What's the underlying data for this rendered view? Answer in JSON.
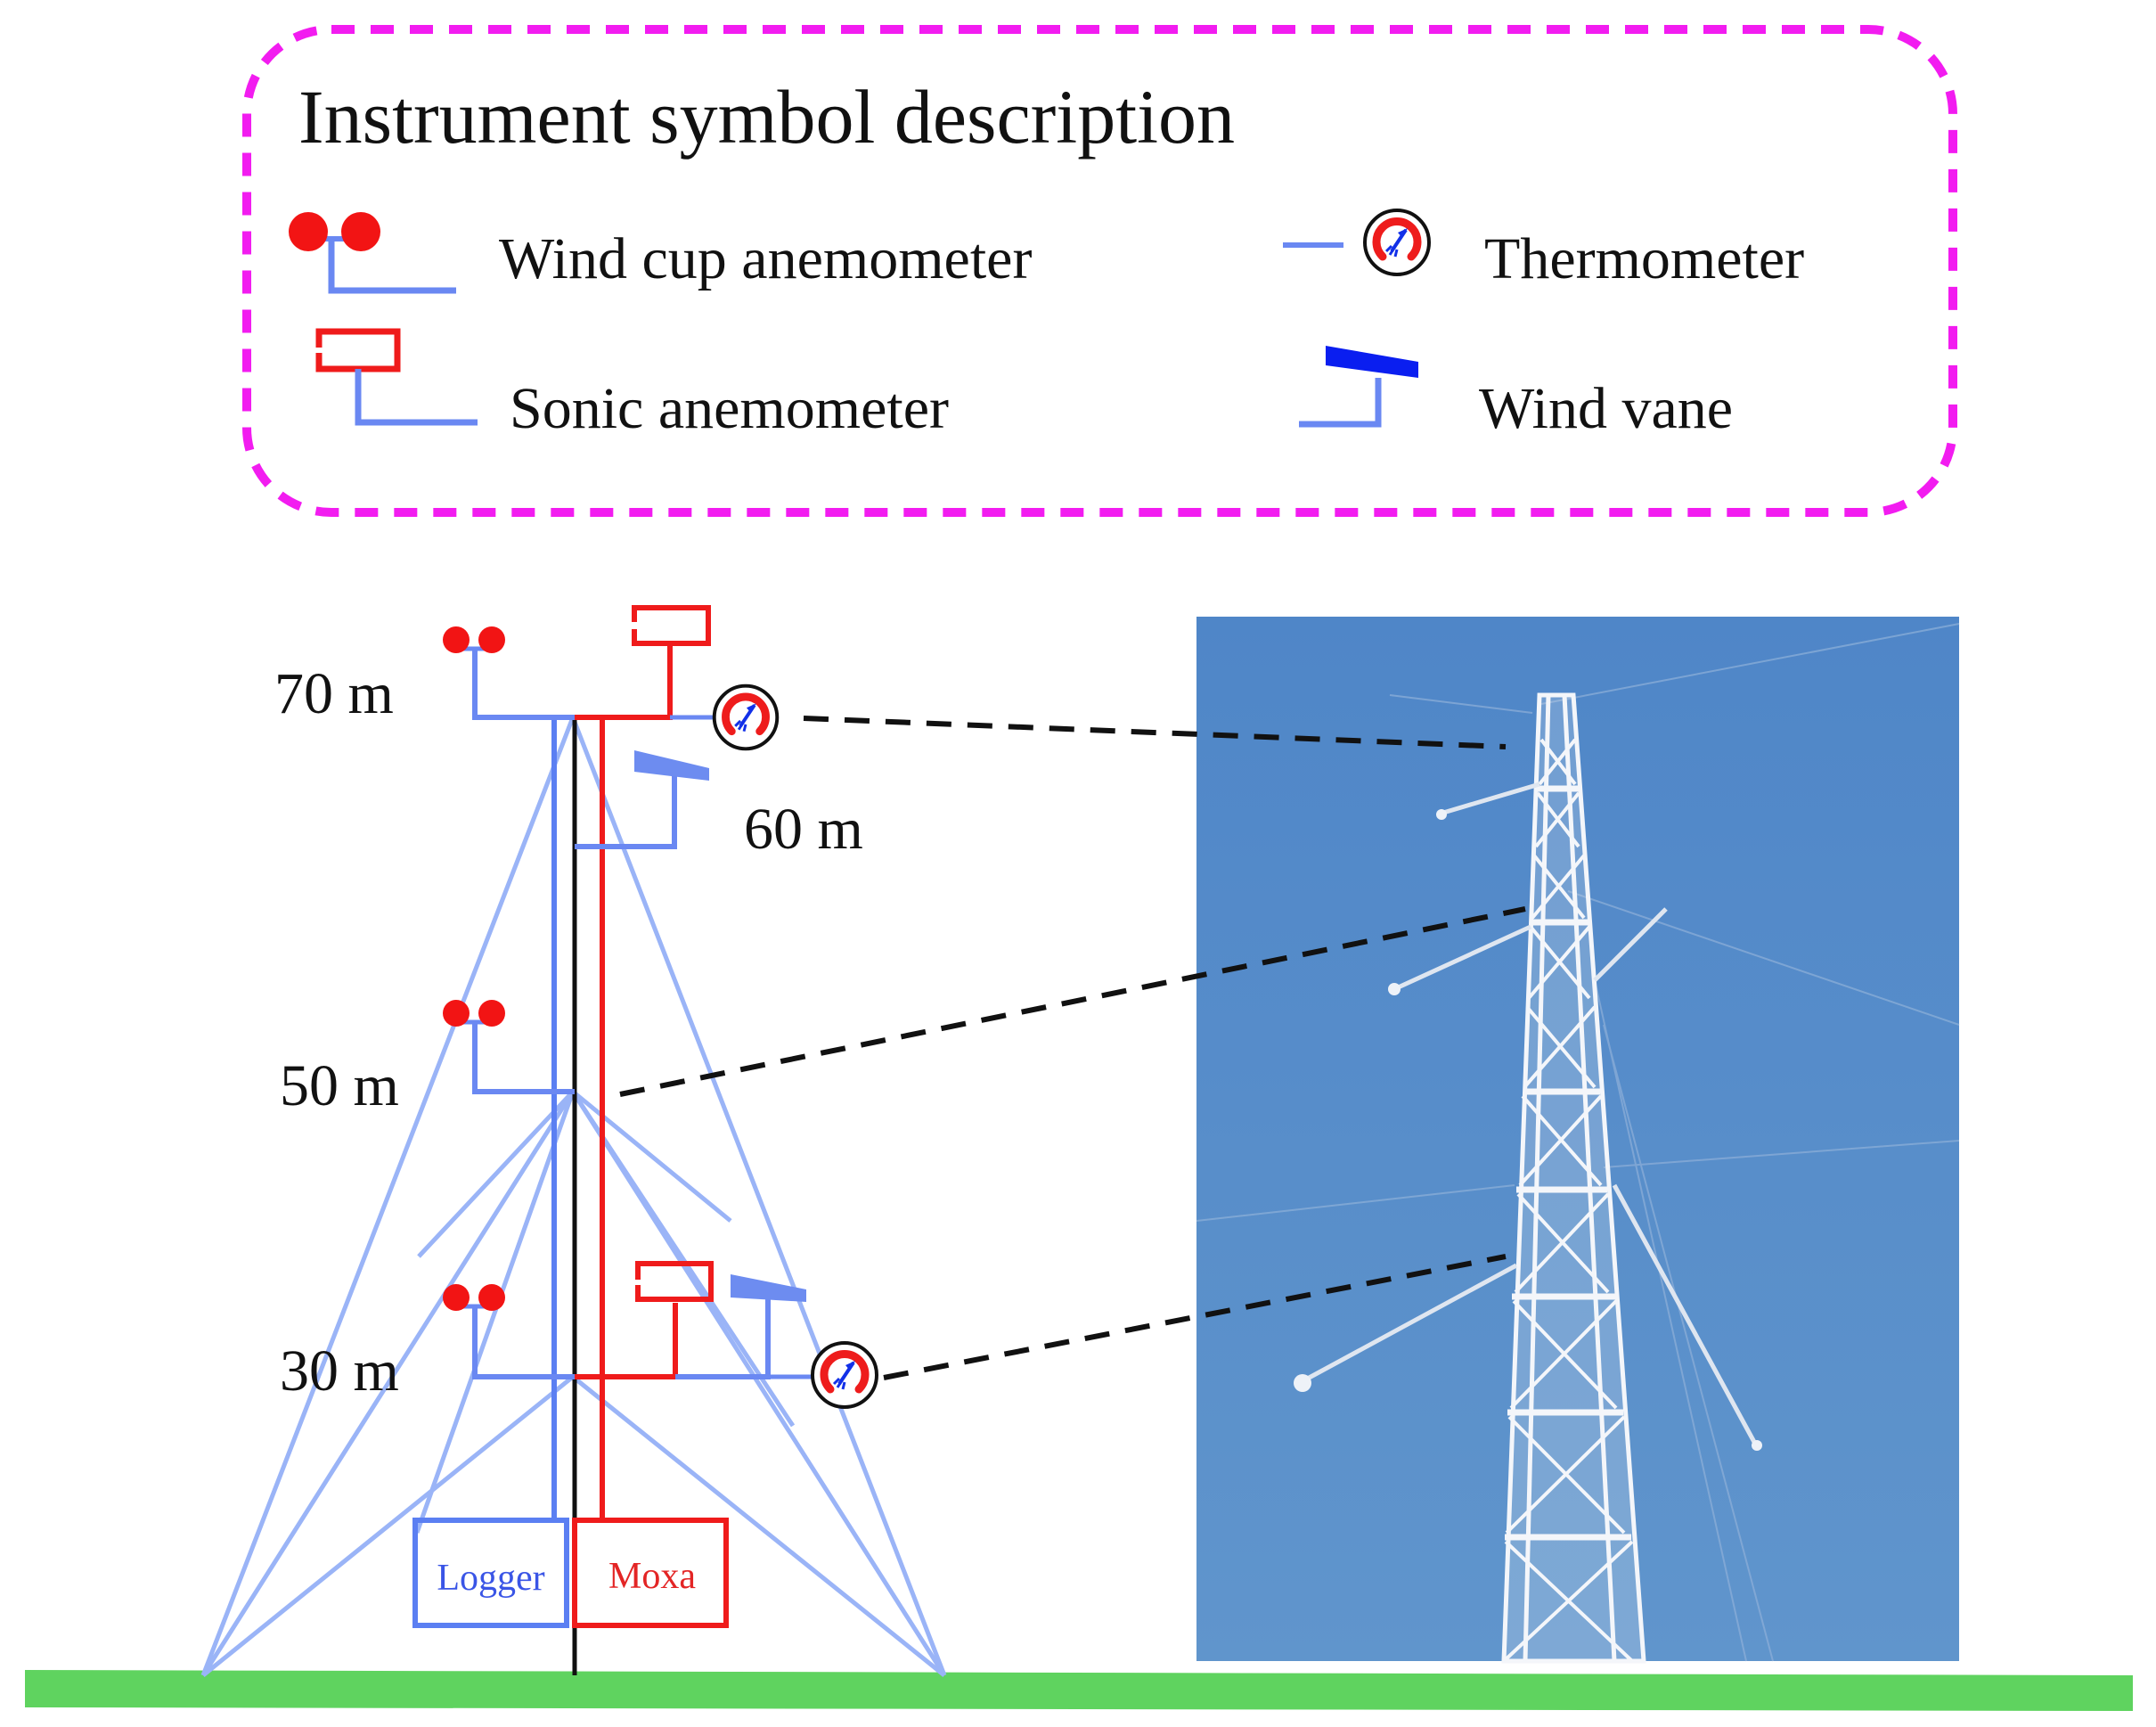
{
  "legend": {
    "title": "Instrument symbol description",
    "items": {
      "cup": "Wind cup anemometer",
      "sonic": "Sonic anemometer",
      "thermo": "Thermometer",
      "vane": "Wind vane"
    }
  },
  "tower": {
    "heights": {
      "h70": "70 m",
      "h60": "60 m",
      "h50": "50 m",
      "h30": "30 m"
    },
    "boxes": {
      "logger": "Logger",
      "moxa": "Moxa"
    }
  },
  "colors": {
    "legend_border": "#f21cf0",
    "tower_blue": "#8eaaf6",
    "cable_blue": "#5b7ff2",
    "cup_red": "#f21414",
    "sonic_red": "#ef1b1b",
    "vane_blue": "#0a1ef0",
    "vane_tower_blue": "#6d8cf0",
    "ground_green": "#5fd35f",
    "sky_blue": "#5a8cc6",
    "text_black": "#111111",
    "logger_text": "#3a55e6",
    "moxa_text": "#e32525"
  }
}
